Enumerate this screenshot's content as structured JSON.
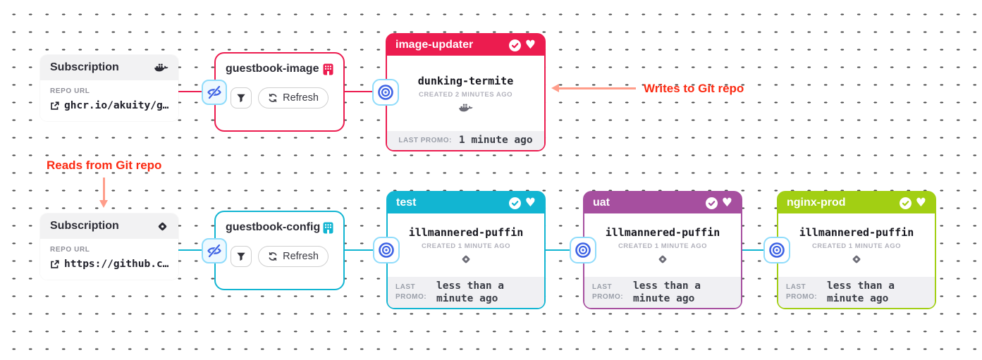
{
  "annotations": {
    "writes": "Writes to Git repo",
    "reads": "Reads from Git repo"
  },
  "subscriptions": [
    {
      "title": "Subscription",
      "icon": "docker-icon",
      "repo_label": "REPO URL",
      "repo_url": "ghcr.io/akuity/g…"
    },
    {
      "title": "Subscription",
      "icon": "git-commit-icon",
      "repo_label": "REPO URL",
      "repo_url": "https://github.c…"
    }
  ],
  "warehouses": [
    {
      "name": "guestbook-image",
      "accent": "#ec1c4f",
      "filter_icon": "funnel-icon",
      "refresh_label": "Refresh"
    },
    {
      "name": "guestbook-config",
      "accent": "#12b5d2",
      "filter_icon": "funnel-icon",
      "refresh_label": "Refresh"
    }
  ],
  "stages": [
    {
      "name": "image-updater",
      "accent": "#ec1c4f",
      "freight": "dunking-termite",
      "created": "CREATED 2 MINUTES AGO",
      "freight_icon": "docker-icon",
      "last_promo_label": "LAST PROMO:",
      "last_promo_value": "1 minute ago"
    },
    {
      "name": "test",
      "accent": "#12b5d2",
      "freight": "illmannered-puffin",
      "created": "CREATED 1 MINUTE AGO",
      "freight_icon": "git-commit-icon",
      "last_promo_label": "LAST PROMO:",
      "last_promo_value": "less than a minute ago"
    },
    {
      "name": "uat",
      "accent": "#a64f9f",
      "freight": "illmannered-puffin",
      "created": "CREATED 1 MINUTE AGO",
      "freight_icon": "git-commit-icon",
      "last_promo_label": "LAST PROMO:",
      "last_promo_value": "less than a minute ago"
    },
    {
      "name": "nginx-prod",
      "accent": "#a2cf13",
      "freight": "illmannered-puffin",
      "created": "CREATED 1 MINUTE AGO",
      "freight_icon": "git-commit-icon",
      "last_promo_label": "LAST PROMO:",
      "last_promo_value": "less than a minute ago"
    }
  ],
  "colors": {
    "edge_top": "#ec1c4f",
    "edge_bottom": "#12b5d2",
    "annotation_text": "#fb2a12",
    "annotation_arrow": "#ff9d8a",
    "icon_blue": "#3e63e4",
    "badge_border": "#8fdcfb",
    "grid_dot": "#4a4a4a"
  }
}
